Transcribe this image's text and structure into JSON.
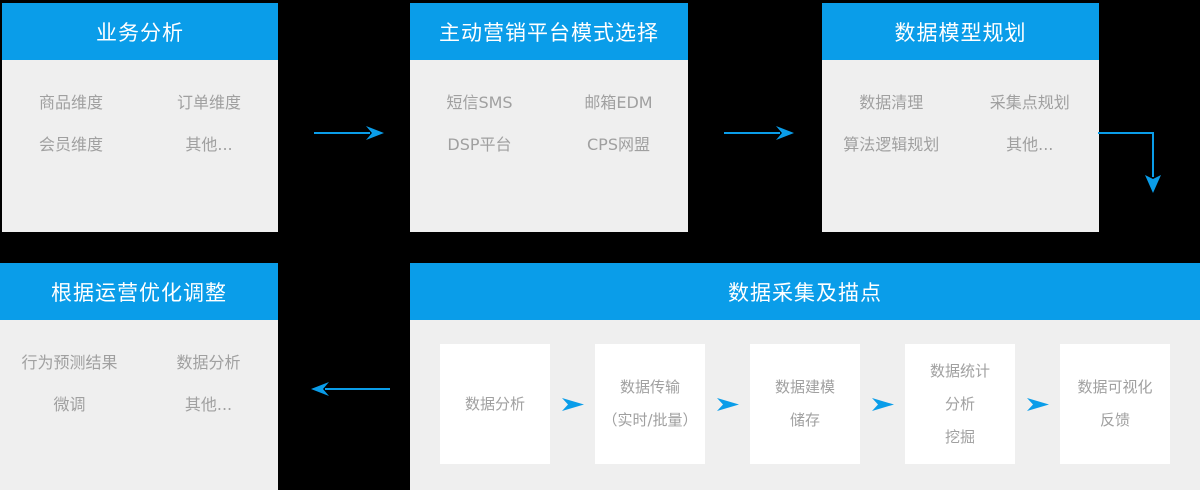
{
  "colors": {
    "accent_blue": "#0a9de9",
    "panel_gray": "#efefef",
    "card_white": "#ffffff",
    "header_text": "#ffffff",
    "item_text": "#a0a0a0",
    "background": "#000000"
  },
  "business": {
    "title": "业务分析",
    "items": [
      "商品维度",
      "订单维度",
      "会员维度",
      "其他..."
    ]
  },
  "marketing": {
    "title": "主动营销平台模式选择",
    "items": [
      "短信SMS",
      "邮箱EDM",
      "DSP平台",
      "CPS网盟"
    ]
  },
  "model": {
    "title": "数据模型规划",
    "items": [
      "数据清理",
      "采集点规划",
      "算法逻辑规划",
      "其他..."
    ]
  },
  "adjust": {
    "title": "根据运营优化调整",
    "items": [
      "行为预测结果",
      "数据分析",
      "微调",
      "其他..."
    ]
  },
  "collect": {
    "title": "数据采集及描点",
    "steps": [
      [
        "数据分析"
      ],
      [
        "数据传输",
        "（实时/批量）"
      ],
      [
        "数据建模",
        "储存"
      ],
      [
        "数据统计",
        "分析",
        "挖掘"
      ],
      [
        "数据可视化",
        "反馈"
      ]
    ]
  }
}
